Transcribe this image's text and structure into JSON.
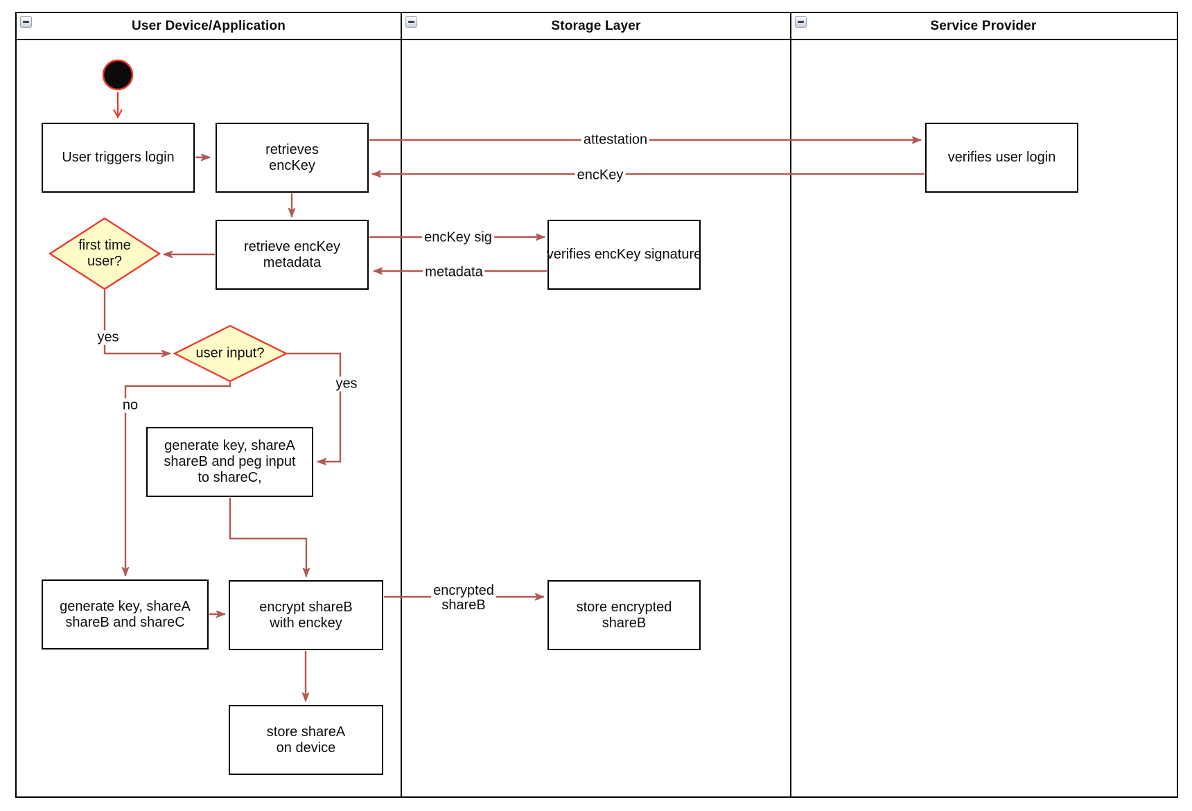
{
  "lanes": [
    {
      "title": "User Device/Application"
    },
    {
      "title": "Storage Layer"
    },
    {
      "title": "Service Provider"
    }
  ],
  "nodes": {
    "user_triggers_login": "User triggers login",
    "retrieves_enckey": "retrieves\nencKey",
    "retrieve_enckey_metadata": "retrieve encKey\nmetadata",
    "verifies_user_login": "verifies user login",
    "verifies_enckey_signature": "verifies encKey signature",
    "generate_key_peg_input": "generate key, shareA\nshareB and peg input\nto shareC,",
    "generate_key_sharec": "generate key, shareA\nshareB and shareC",
    "encrypt_shareb": "encrypt shareB\nwith enckey",
    "store_encrypted_shareb": "store encrypted\nshareB",
    "store_sharea": "store shareA\non device"
  },
  "decisions": {
    "first_time_user": "first time\nuser?",
    "user_input": "user input?"
  },
  "edge_labels": {
    "attestation": "attestation",
    "enckey": "encKey",
    "enckey_sig": "encKey sig",
    "metadata": "metadata",
    "yes_first_time": "yes",
    "yes_user_input": "yes",
    "no_user_input": "no",
    "encrypted_shareb": "encrypted\nshareB"
  },
  "icons": {
    "collapse": "collapse-minus-icon",
    "start": "initial-state-filled-circle"
  },
  "colors": {
    "edge": "#B25953",
    "start_accent": "#F23529",
    "diamond_fill": "#FFFCC8",
    "diamond_border": "#F23529",
    "node_border": "#000000",
    "lane_border": "#000000"
  }
}
